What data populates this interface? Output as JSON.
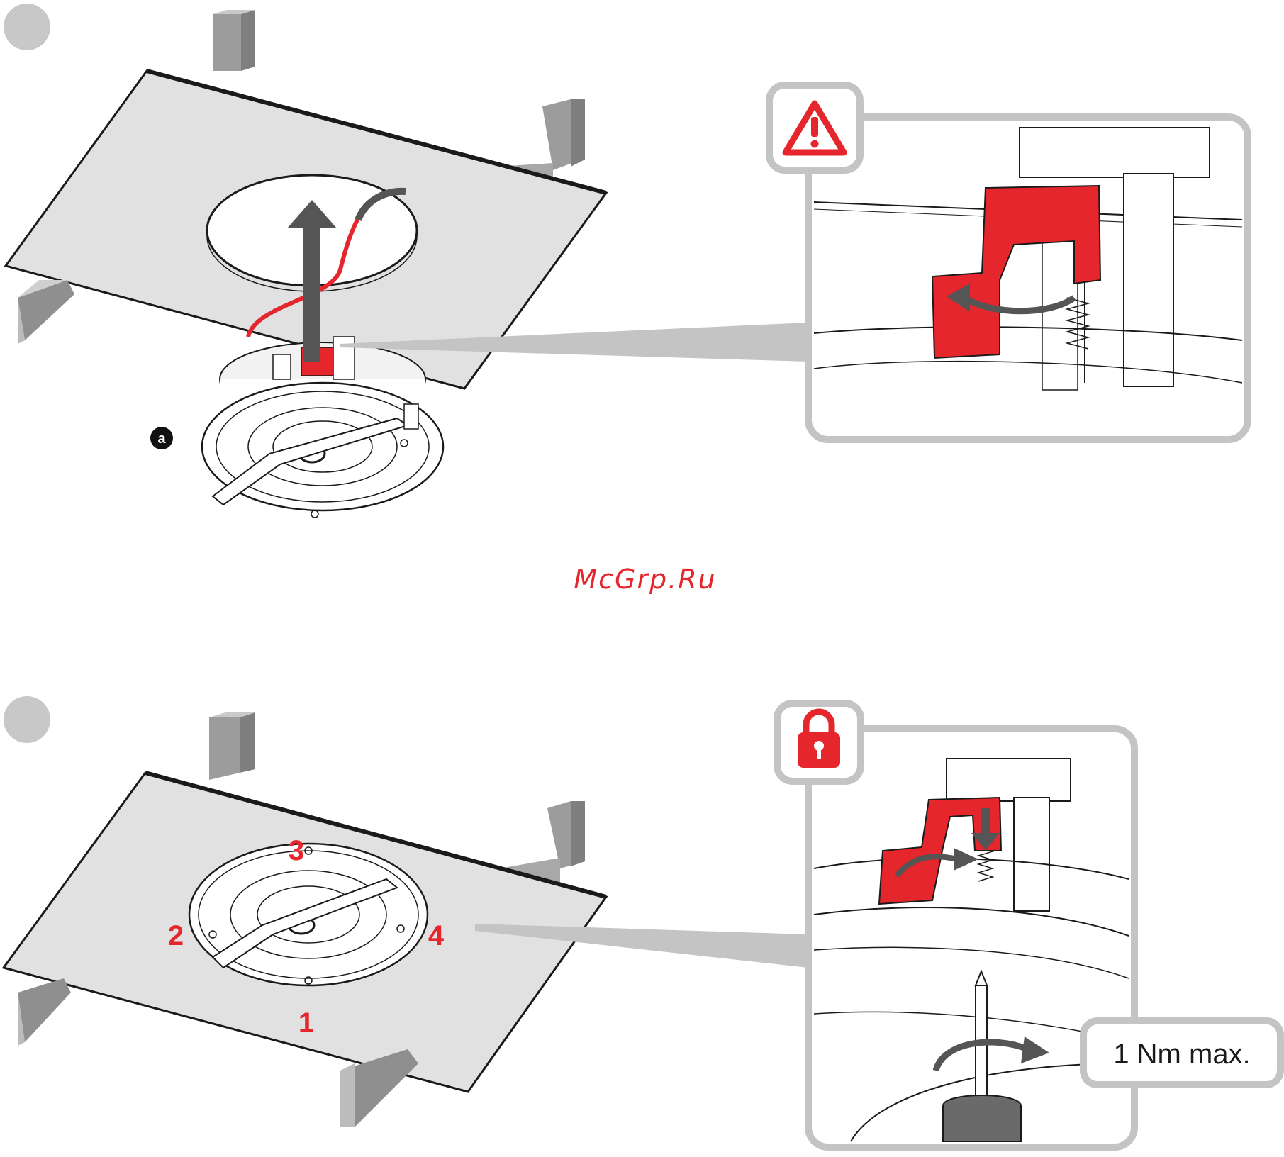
{
  "watermark": "McGrp.Ru",
  "step1": {
    "label_a": "a"
  },
  "step2": {
    "screw_order": [
      "1",
      "2",
      "3",
      "4"
    ],
    "torque_label": "1 Nm max."
  },
  "icons": {
    "warning": "warning-triangle-icon",
    "lock": "padlock-icon"
  },
  "colors": {
    "accent_red": "#e5262d",
    "panel_gray": "#e1e1e1",
    "frame_gray": "#c4c4c4",
    "arrow_gray": "#555555"
  }
}
